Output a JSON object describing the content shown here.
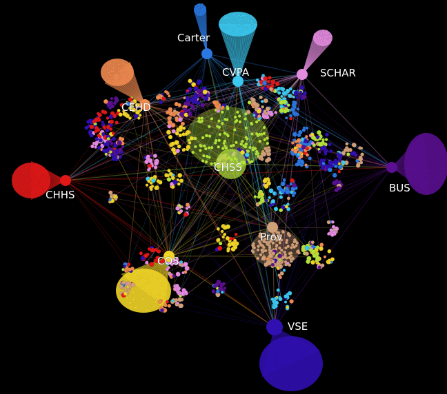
{
  "graph": {
    "background": "#000000",
    "hubs": [
      {
        "id": "CHSS",
        "label": "CHSS",
        "color": "#b4e43c"
      },
      {
        "id": "CVPA",
        "label": "CVPA",
        "color": "#3cc8f0"
      },
      {
        "id": "Carter",
        "label": "Carter",
        "color": "#2a78e0"
      },
      {
        "id": "SCHAR",
        "label": "SCHAR",
        "color": "#e48ce0"
      },
      {
        "id": "CEHD",
        "label": "CEHD",
        "color": "#f08a50"
      },
      {
        "id": "CHHS",
        "label": "CHHS",
        "color": "#e01818"
      },
      {
        "id": "BUS",
        "label": "BUS",
        "color": "#5a1090"
      },
      {
        "id": "COS",
        "label": "COS",
        "color": "#f0d428"
      },
      {
        "id": "Prov",
        "label": "Prov",
        "color": "#d2a078"
      },
      {
        "id": "VSE",
        "label": "VSE",
        "color": "#3010b0"
      }
    ]
  }
}
